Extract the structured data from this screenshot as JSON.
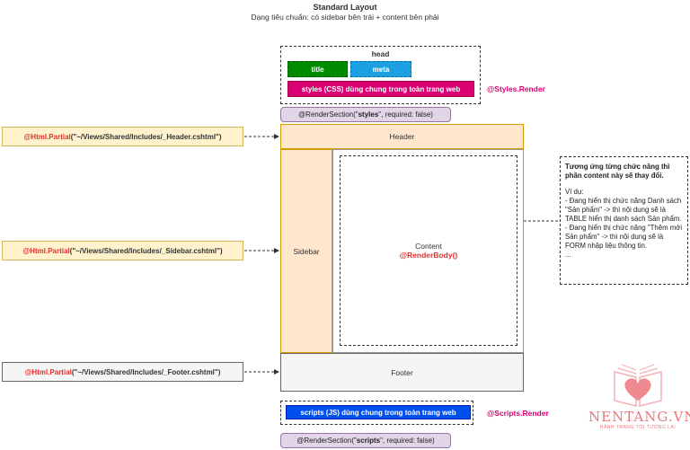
{
  "title": "Standard Layout",
  "subtitle": "Dạng tiêu chuẩn: có sidebar bên trái + content bên phải",
  "head": {
    "label": "head",
    "title_tag": "title",
    "meta_tag": "meta",
    "styles_tag": "styles (CSS) dùng chung trong toàn trang web",
    "styles_render": "@Styles.Render"
  },
  "render_section_styles": {
    "prefix": "@RenderSection(\"",
    "name": "styles",
    "suffix": "\", required: false)"
  },
  "partials": {
    "header": {
      "directive": "@Html.Partial",
      "arg": "(\"~/Views/Shared/Includes/_Header.cshtml\")"
    },
    "sidebar": {
      "directive": "@Html.Partial",
      "arg": "(\"~/Views/Shared/Includes/_Sidebar.cshtml\")"
    },
    "footer": {
      "directive": "@Html.Partial",
      "arg": "(\"~/Views/Shared/Includes/_Footer.cshtml\")"
    }
  },
  "layout": {
    "header": "Header",
    "sidebar": "Sidebar",
    "content": "Content",
    "render_body": "@RenderBody()",
    "footer": "Footer"
  },
  "note": {
    "heading": "Tương ứng từng chức năng thì phần content này sẽ thay đổi.",
    "example_label": "Ví dụ:",
    "line1": "- Đang hiển thị chức năng Danh sách \"Sản phẩm\" -> thì nội dung sẽ là TABLE hiển thị danh sách Sản phẩm.",
    "line2": "- Đang hiển thị chức năng \"Thêm mới Sản phẩm\" -> thì nội dung sẽ là FORM nhập liệu thông tin.",
    "ellipsis": "..."
  },
  "scripts": {
    "tag": "scripts (JS) dùng chung trong toàn trang web",
    "render": "@Scripts.Render"
  },
  "render_section_scripts": {
    "prefix": "@RenderSection(\"",
    "name": "scripts",
    "suffix": "\", required: false)"
  },
  "logo": {
    "name": "NENTANG.VN",
    "tagline": "HÀNH TRANG TỚI TƯƠNG LAI"
  },
  "colors": {
    "accent_red": "#e0312c",
    "magenta": "#d80073",
    "green": "#008a00",
    "light_blue": "#1ba1e2",
    "blue": "#0050ef",
    "orange_fill": "#ffe6cc",
    "purple_fill": "#e1d5e7",
    "yellow_fill": "#fff2cc",
    "logo_pink": "#e9777c"
  }
}
